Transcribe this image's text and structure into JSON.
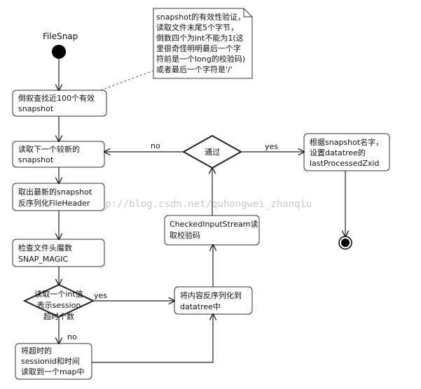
{
  "diagram": {
    "title": "FileSnap",
    "note": [
      "snapshot的有效性验证，",
      "读取文件末尾5个字节，",
      "倒数四个为int不能为1(这",
      "里很奇怪明明最后一个字",
      "符前是一个long的校验码)",
      "或者最后一个字符是'/'"
    ],
    "nodes": {
      "find_snapshots": [
        "倒叙查找近100个有效",
        "snapshot"
      ],
      "read_next": [
        "读取下一个较新的",
        "snapshot"
      ],
      "fetch_latest": [
        "取出最新的snapshot",
        "反序列化FileHeader"
      ],
      "check_magic": [
        "检查文件头魔数",
        "SNAP_MAGIC"
      ],
      "read_int_decision": [
        "读取一个int值",
        "表示session",
        "超时个数"
      ],
      "save_timeouts": [
        "将超时的",
        "sessionid和时间",
        "读取到一个map中"
      ],
      "deserialize": [
        "将内容反序列化到",
        "datatree中"
      ],
      "checked_stream": [
        "CheckedInputStream读",
        "取校验码"
      ],
      "pass_decision": [
        "通过"
      ],
      "set_datatree": [
        "根据snapshot名字，",
        "设置datatree的",
        "lastProcessedZxid"
      ]
    },
    "edge_labels": {
      "no_top": "no",
      "yes_top": "yes",
      "yes_mid": "yes",
      "no_bottom": "no"
    },
    "watermark": "http://blog.csdn.net/quhongwei_zhanqiu"
  }
}
